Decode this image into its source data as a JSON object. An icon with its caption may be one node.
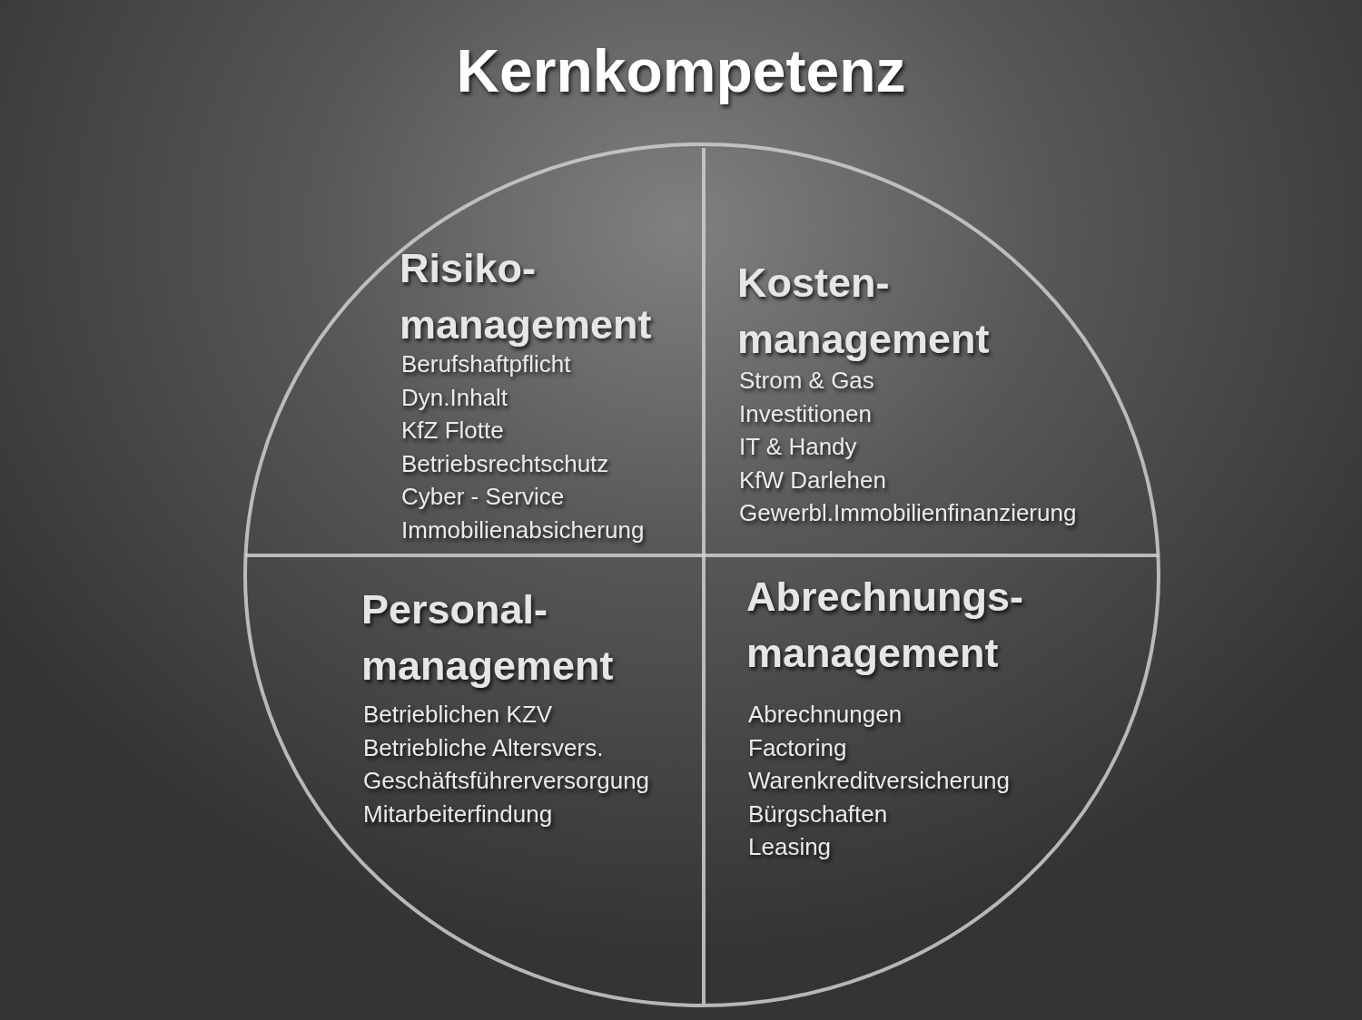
{
  "diagram": {
    "title": "Kernkompetenz",
    "nodes": [
      {
        "text": [],
        "shape": "circle"
      },
      {
        "text": [
          "Risiko- management",
          "Berufshaftpflicht",
          "Dyn.Inhalt",
          "KfZ Flotte",
          "Betriebsrechtschutz",
          "Cyber - Service",
          "Immobilienabsicherung"
        ],
        "in": 0
      },
      {
        "text": [
          "Kosten- management",
          "Strom & Gas",
          "Investitionen",
          "IT & Handy",
          "KfW Darlehen",
          "Gewerbl.Immobilienfinanzierung"
        ],
        "in": 0
      },
      {
        "text": [
          "Personal- management",
          "Betrieblichen KZV",
          "Betriebliche Altersvers.",
          "Geschäftsführerversorgung",
          "Mitarbeiterfindung"
        ],
        "in": 0
      },
      {
        "text": [
          "Abrechnungs- management",
          "Abrechnungen",
          "Factoring",
          "Warenkreditversicherung",
          "Bürgschaften",
          "Leasing"
        ],
        "in": 0
      }
    ],
    "edges": []
  }
}
